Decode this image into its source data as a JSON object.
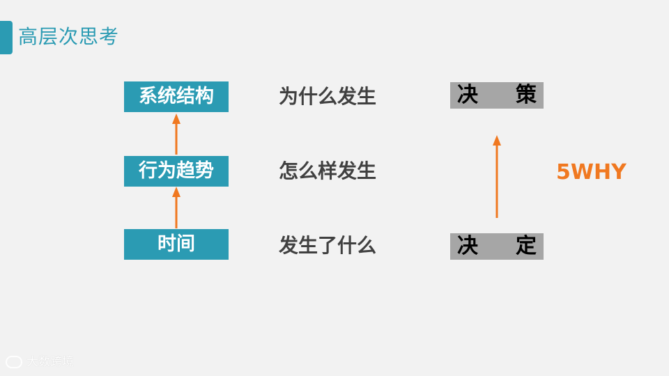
{
  "header": {
    "title": "高层次思考"
  },
  "levels": [
    {
      "label": "系统结构",
      "question": "为什么发生"
    },
    {
      "label": "行为趋势",
      "question": "怎么样发生"
    },
    {
      "label": "时间",
      "question": "发生了什么"
    }
  ],
  "decisions": {
    "top": {
      "chars": [
        "决",
        "策"
      ]
    },
    "bottom": {
      "chars": [
        "决",
        "定"
      ]
    }
  },
  "why_label": "5WHY",
  "watermark": "大数跨境",
  "colors": {
    "accent": "#2b9bb3",
    "arrow": "#f07820",
    "decision_bg": "#a6a6a6",
    "text": "#404040"
  }
}
